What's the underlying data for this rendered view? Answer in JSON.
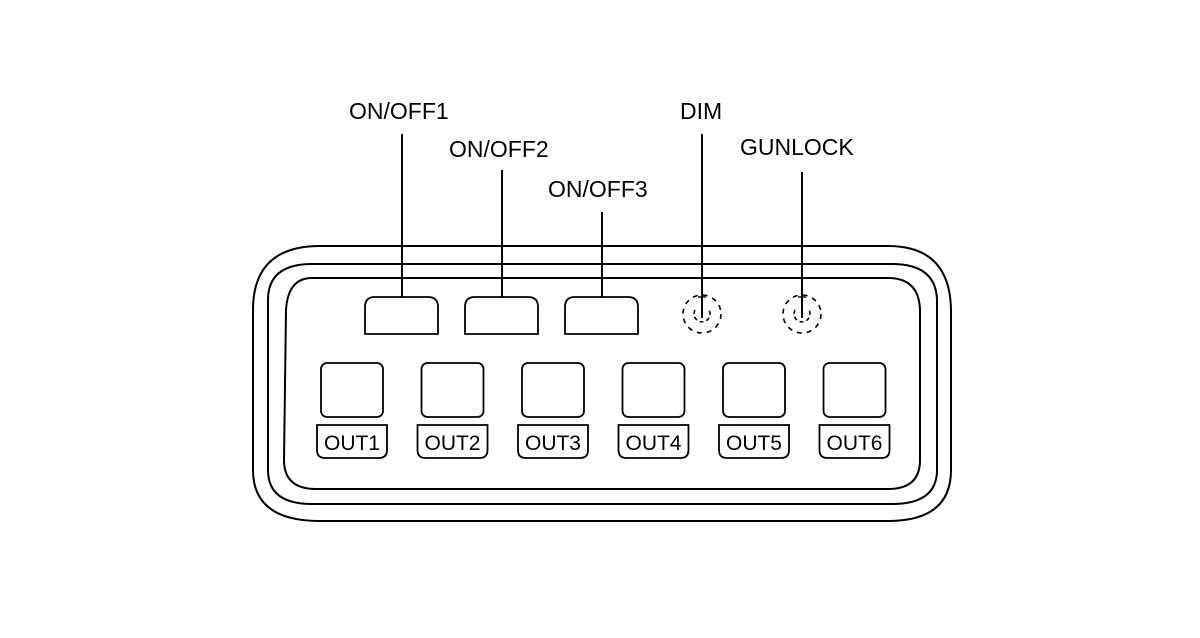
{
  "diagram": {
    "title": "Control panel switch layout",
    "callouts": [
      {
        "id": "onoff1",
        "label": "ON/OFF1"
      },
      {
        "id": "onoff2",
        "label": "ON/OFF2"
      },
      {
        "id": "onoff3",
        "label": "ON/OFF3"
      },
      {
        "id": "dim",
        "label": "DIM"
      },
      {
        "id": "gunlock",
        "label": "GUNLOCK"
      }
    ],
    "outputs": [
      {
        "label": "OUT1"
      },
      {
        "label": "OUT2"
      },
      {
        "label": "OUT3"
      },
      {
        "label": "OUT4"
      },
      {
        "label": "OUT5"
      },
      {
        "label": "OUT6"
      }
    ],
    "colors": {
      "stroke": "#000000",
      "background": "#ffffff"
    }
  }
}
